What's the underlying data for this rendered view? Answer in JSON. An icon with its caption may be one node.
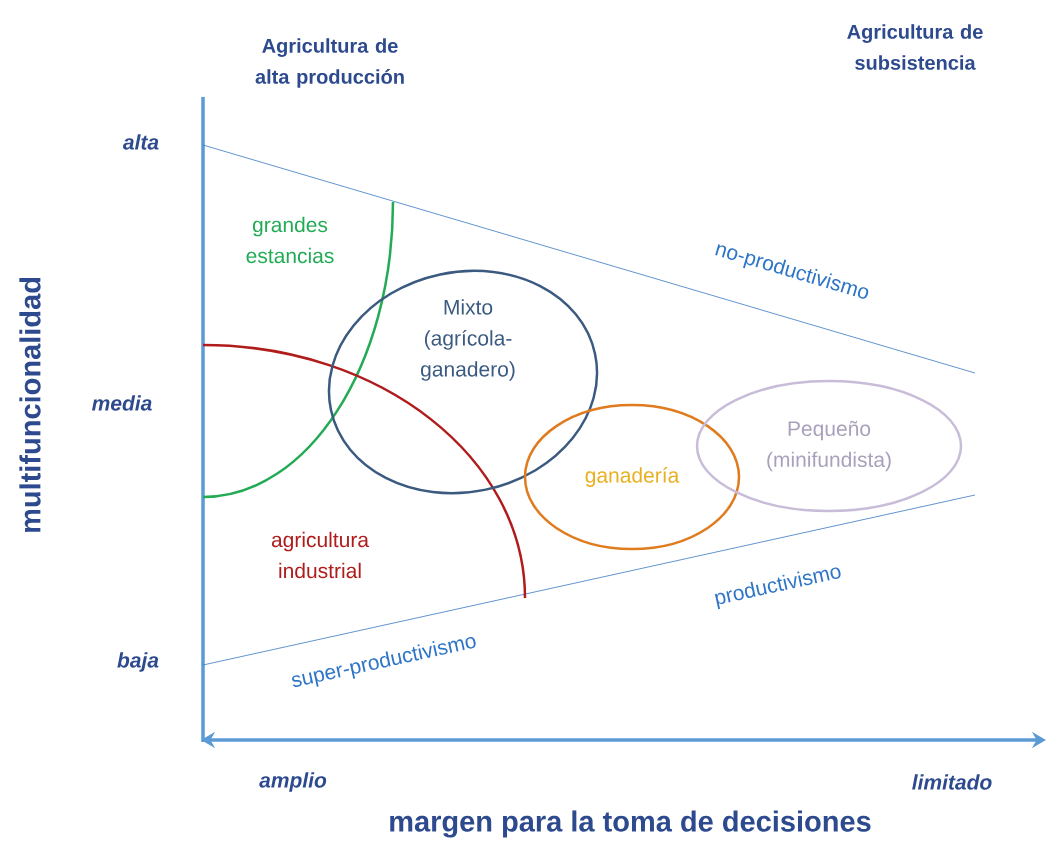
{
  "diagram": {
    "nodes": [
      {
        "text": [
          "Mixto (agrícola-ganadero)"
        ]
      },
      {
        "text": [
          "ganadería"
        ]
      },
      {
        "text": [
          "Pequeño (minifundista)"
        ]
      }
    ],
    "labels": [
      "Agricultura de alta producción",
      "Agricultura de subsistencia",
      "alta",
      "grandes estancias",
      "no-productivismo",
      "multifuncionalidad",
      "media",
      "agricultura industrial",
      "productivismo",
      "baja",
      "super-productivismo",
      "amplio",
      "limitado",
      "margen para la toma de decisiones"
    ]
  }
}
